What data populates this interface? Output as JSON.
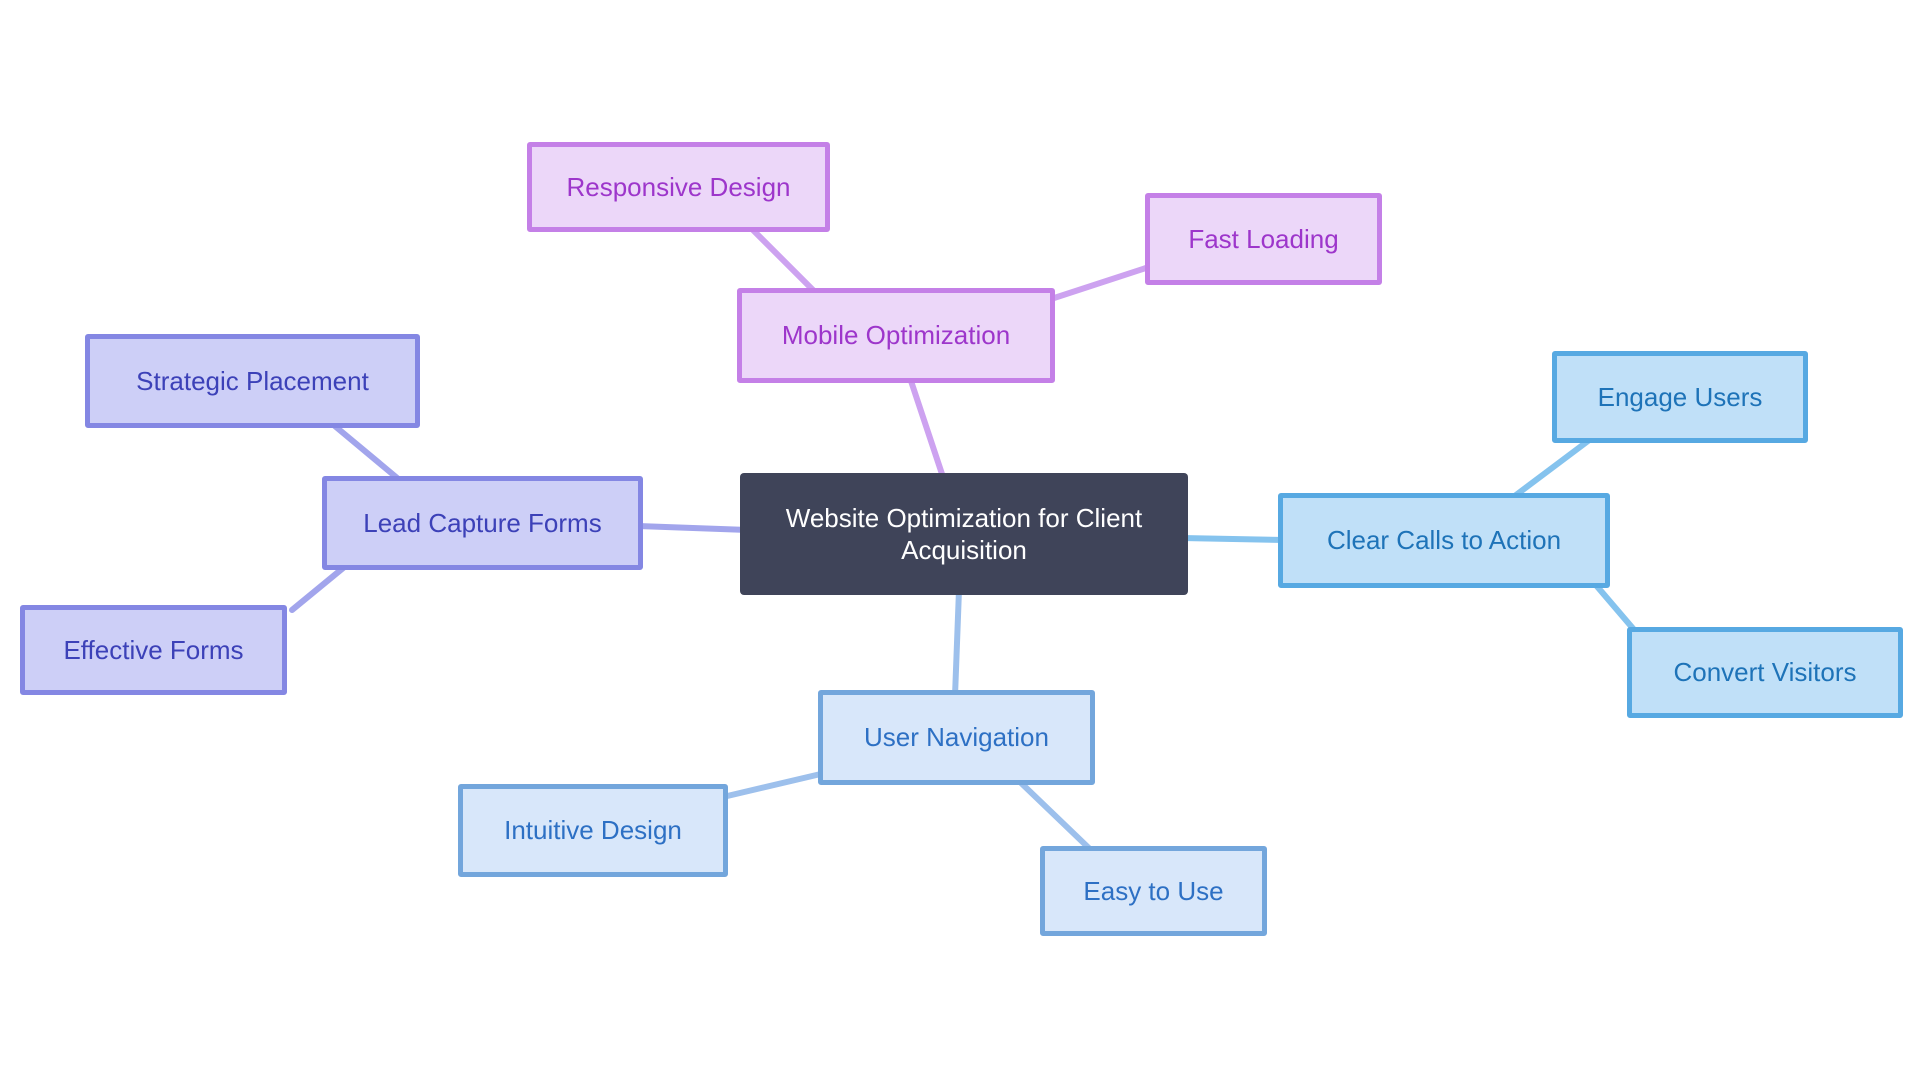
{
  "page": {
    "colors": {
      "fill": "#ffffff"
    }
  },
  "diagram": {
    "center": {
      "label": "Website Optimization for Client Acquisition",
      "colors": {
        "fill": "#3f4459",
        "text": "#ffffff"
      }
    },
    "branches": [
      {
        "name": "Mobile Optimization",
        "colors": {
          "fill": "#ecd7f9",
          "border": "#c480e7",
          "text": "#9d36cb",
          "line": "#cda2f0"
        },
        "children": [
          "Responsive Design",
          "Fast Loading"
        ]
      },
      {
        "name": "Lead Capture Forms",
        "colors": {
          "fill": "#cdcff7",
          "border": "#8487e3",
          "text": "#3c41b8",
          "line": "#a2a5ec"
        },
        "children": [
          "Strategic Placement",
          "Effective Forms"
        ]
      },
      {
        "name": "Clear Calls to Action",
        "colors": {
          "fill": "#c0e0f8",
          "border": "#57a9e2",
          "text": "#1e73b8",
          "line": "#85c3ee"
        },
        "children": [
          "Engage Users",
          "Convert Visitors"
        ]
      },
      {
        "name": "User Navigation",
        "colors": {
          "fill": "#d8e7fa",
          "border": "#73a6dc",
          "text": "#2d70c4",
          "line": "#9dc0ec"
        },
        "children": [
          "Intuitive Design",
          "Easy to Use"
        ]
      }
    ]
  }
}
